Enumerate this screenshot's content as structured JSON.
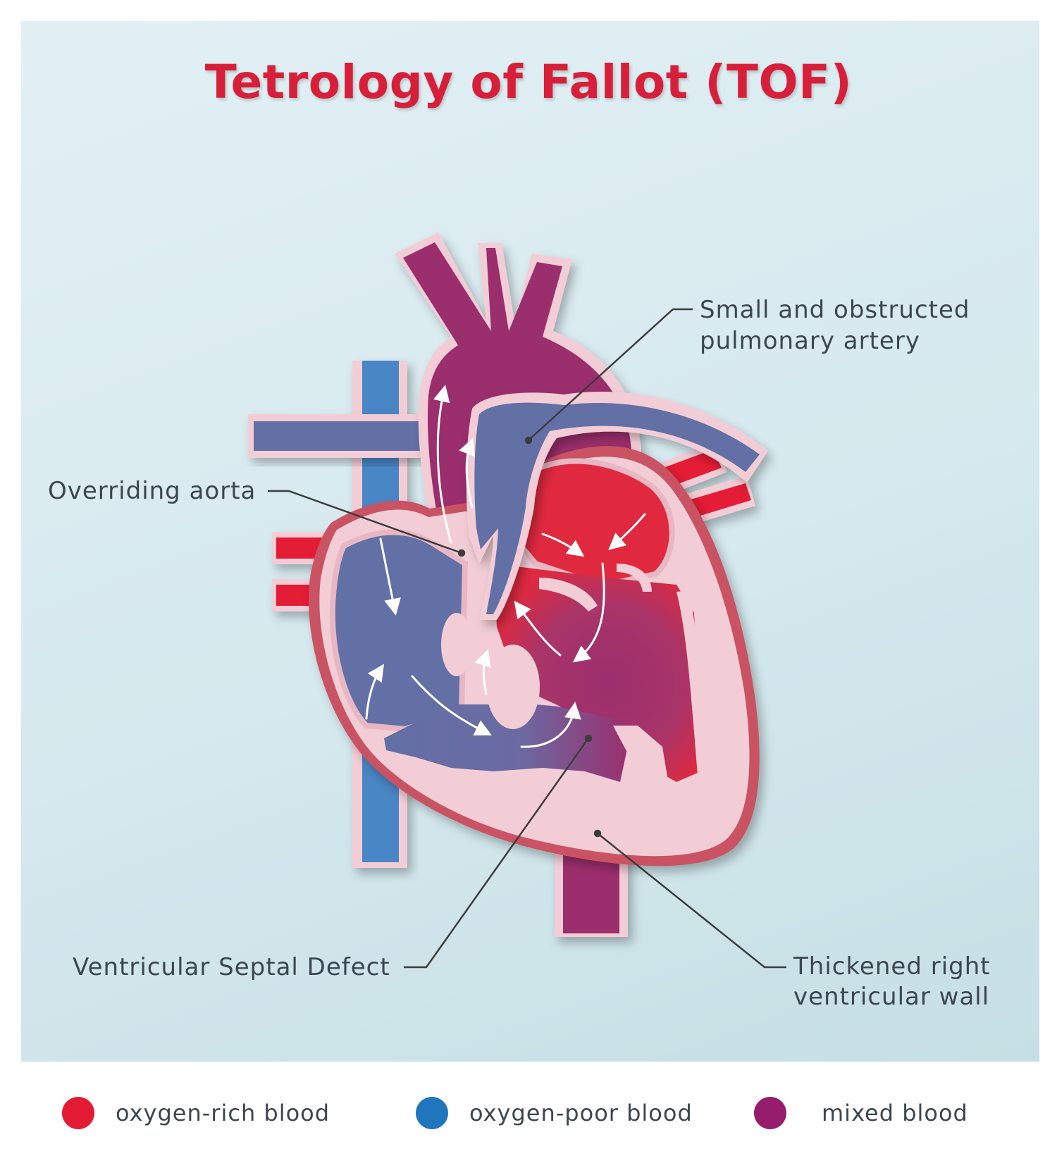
{
  "title": "Tetrology of Fallot (TOF)",
  "labels": {
    "pulmonary_line1": "Small and obstructed",
    "pulmonary_line2": "pulmonary artery",
    "aorta": "Overriding aorta",
    "vsd": "Ventricular Septal Defect",
    "wall_line1": "Thickened right",
    "wall_line2": "ventricular wall"
  },
  "legend": [
    {
      "label": "oxygen-rich blood",
      "color": "#e41b35"
    },
    {
      "label": "oxygen-poor blood",
      "color": "#1f76bd"
    },
    {
      "label": "mixed blood",
      "color": "#951d6b"
    }
  ],
  "colors": {
    "title": "#d81f3a",
    "oxygen_rich": "#e41b35",
    "oxygen_poor": "#6270a6",
    "vein": "#4a86c5",
    "mixed": "#9b2f6d",
    "tissue": "#f3cdd6",
    "tissue_edge": "#c95262",
    "leader": "#3c3c3c"
  }
}
